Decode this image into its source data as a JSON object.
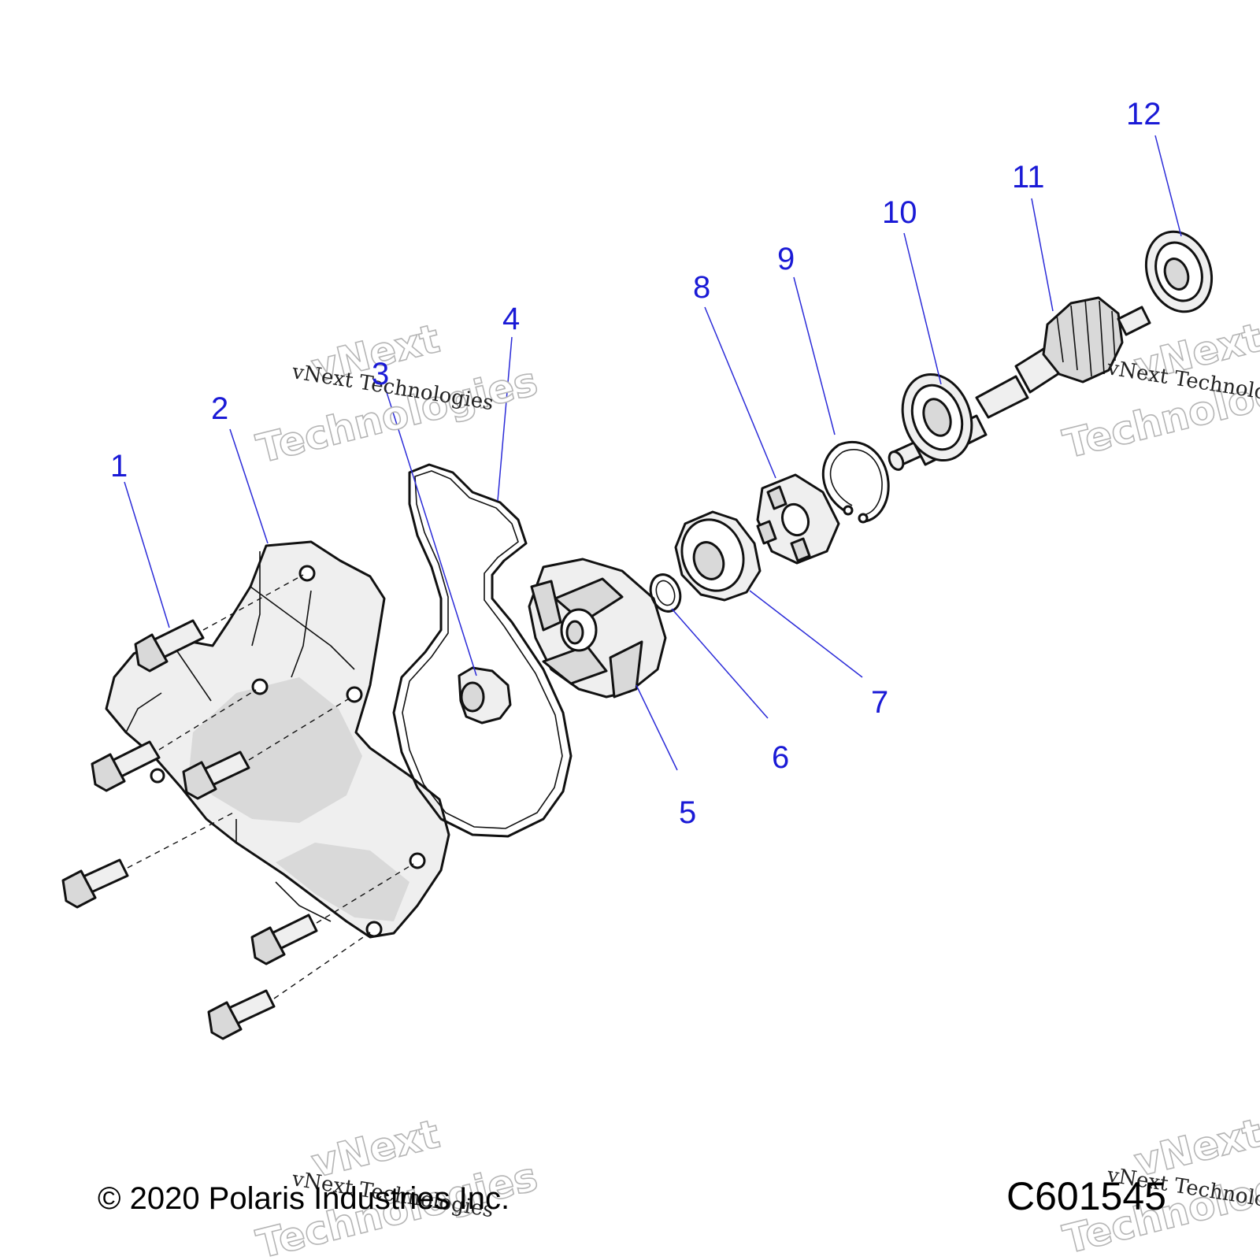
{
  "callouts": [
    {
      "id": "1",
      "label": "1"
    },
    {
      "id": "2",
      "label": "2"
    },
    {
      "id": "3",
      "label": "3"
    },
    {
      "id": "4",
      "label": "4"
    },
    {
      "id": "5",
      "label": "5"
    },
    {
      "id": "6",
      "label": "6"
    },
    {
      "id": "7",
      "label": "7"
    },
    {
      "id": "8",
      "label": "8"
    },
    {
      "id": "9",
      "label": "9"
    },
    {
      "id": "10",
      "label": "10"
    },
    {
      "id": "11",
      "label": "11"
    },
    {
      "id": "12",
      "label": "12"
    }
  ],
  "watermark": {
    "line1": "vNext",
    "line2": "Technologies",
    "small": "vNext Technologies"
  },
  "footer": {
    "copyright": "© 2020 Polaris Industries Inc.",
    "drawing_number": "C601545"
  }
}
